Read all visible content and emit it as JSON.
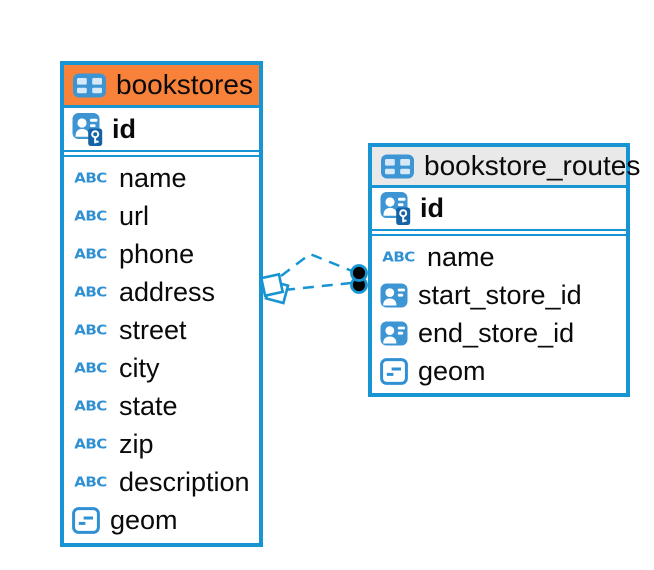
{
  "colors": {
    "accent_blue": "#1795D3",
    "icon_blue": "#3D95D4",
    "key_overlay_blue": "#1463A6",
    "bookstores_header": "#F9823B",
    "routes_header": "#E9E9E9",
    "text": "#0A0A0A"
  },
  "icons": {
    "table": "table-grid-icon",
    "primary_key": "person-badge-key-icon",
    "foreign_key": "person-badge-icon",
    "text_type": "abc-icon",
    "geometry_type": "box-with-line-icon",
    "text_type_label": "ABC"
  },
  "tables": [
    {
      "name": "bookstores",
      "header_style": "orange",
      "primary_key": "id",
      "columns": [
        {
          "name": "name",
          "type": "text"
        },
        {
          "name": "url",
          "type": "text"
        },
        {
          "name": "phone",
          "type": "text"
        },
        {
          "name": "address",
          "type": "text"
        },
        {
          "name": "street",
          "type": "text"
        },
        {
          "name": "city",
          "type": "text"
        },
        {
          "name": "state",
          "type": "text"
        },
        {
          "name": "zip",
          "type": "text"
        },
        {
          "name": "description",
          "type": "text"
        },
        {
          "name": "geom",
          "type": "geometry"
        }
      ]
    },
    {
      "name": "bookstore_routes",
      "header_style": "gray",
      "primary_key": "id",
      "columns": [
        {
          "name": "name",
          "type": "text"
        },
        {
          "name": "start_store_id",
          "type": "foreign_key"
        },
        {
          "name": "end_store_id",
          "type": "foreign_key"
        },
        {
          "name": "geom",
          "type": "geometry"
        }
      ]
    }
  ],
  "relationships": [
    {
      "from": "bookstore_routes",
      "to": "bookstores",
      "style": "dashed"
    },
    {
      "from": "bookstore_routes",
      "to": "bookstores",
      "style": "dashed"
    }
  ]
}
